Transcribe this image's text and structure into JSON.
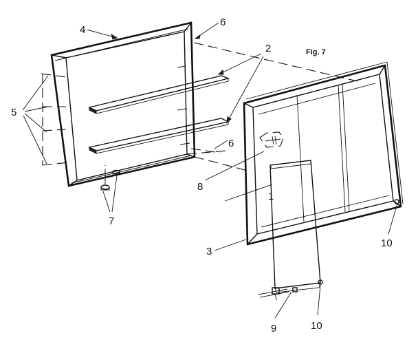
{
  "figure": {
    "title": "Fig. 7"
  },
  "callouts": [
    {
      "id": "c1",
      "text": "1"
    },
    {
      "id": "c2",
      "text": "2"
    },
    {
      "id": "c3",
      "text": "3"
    },
    {
      "id": "c4",
      "text": "4"
    },
    {
      "id": "c5",
      "text": "5"
    },
    {
      "id": "c6a",
      "text": "6"
    },
    {
      "id": "c6b",
      "text": "6"
    },
    {
      "id": "c7",
      "text": "7"
    },
    {
      "id": "c8",
      "text": "8"
    },
    {
      "id": "c9",
      "text": "9"
    },
    {
      "id": "c10a",
      "text": "10"
    },
    {
      "id": "c10b",
      "text": "10"
    }
  ]
}
